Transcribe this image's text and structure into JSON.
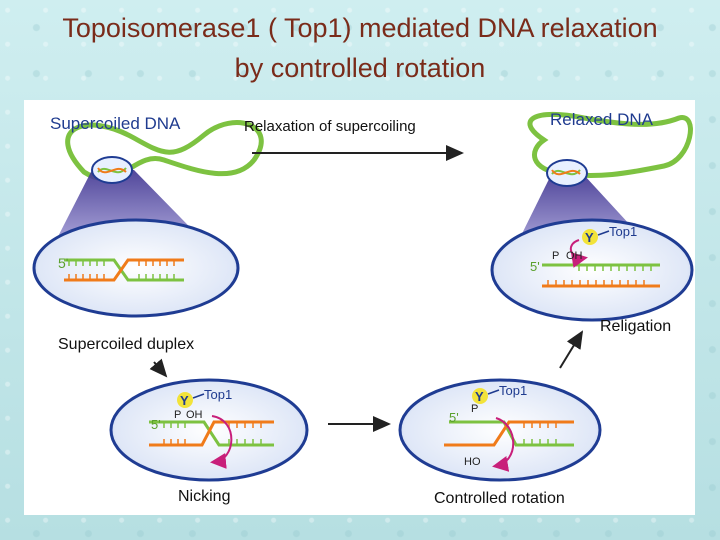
{
  "title_line1": "Topoisomerase1 ( Top1)  mediated DNA relaxation",
  "title_line2": "by controlled rotation",
  "labels": {
    "supercoiled_dna": "Supercoiled DNA",
    "relaxation": "Relaxation of supercoiling",
    "relaxed_dna": "Relaxed DNA",
    "supercoiled_duplex": "Supercoiled duplex",
    "religation": "Religation",
    "nicking": "Nicking",
    "controlled_rotation": "Controlled rotation"
  },
  "diagram": {
    "five_prime": "5'",
    "tyrosine": "Y",
    "top1": "Top1",
    "phosphate": "P",
    "hydroxyl": "OH",
    "ho": "HO"
  },
  "colors": {
    "title": "#7a2b1a",
    "label_blue": "#1f3b8f",
    "dna_green": "#7dc241",
    "dna_orange": "#f07b1a",
    "ellipse_fill": "#dfe7f7",
    "ellipse_stroke": "#1f3c93",
    "cone": "#6d62b5",
    "arrow": "#222222",
    "rotation_arrow": "#c81f7a",
    "tyrosine_highlight": "#f2e33a"
  }
}
